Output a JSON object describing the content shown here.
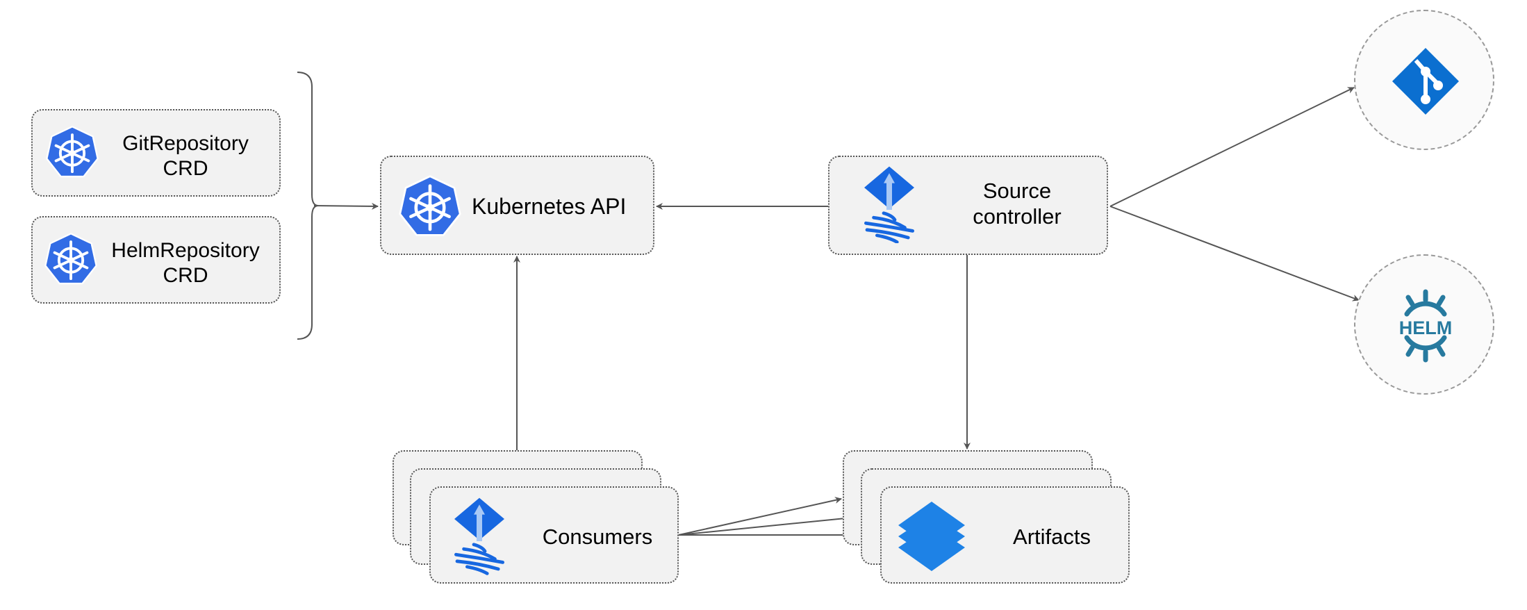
{
  "nodes": {
    "git_crd": {
      "line1": "GitRepository",
      "line2": "CRD",
      "icon": "kubernetes-icon"
    },
    "helm_crd": {
      "line1": "HelmRepository",
      "line2": "CRD",
      "icon": "kubernetes-icon"
    },
    "kubernetes_api": {
      "label": "Kubernetes API",
      "icon": "kubernetes-icon"
    },
    "source_controller": {
      "line1": "Source",
      "line2": "controller",
      "icon": "flux-icon"
    },
    "git": {
      "icon": "git-icon"
    },
    "helm": {
      "icon": "helm-icon",
      "logo_text": "HELM"
    },
    "consumers": {
      "label": "Consumers",
      "icon": "flux-icon"
    },
    "artifacts": {
      "label": "Artifacts",
      "icon": "layers-icon"
    }
  },
  "colors": {
    "kubernetes_blue": "#326ce5",
    "git_blue": "#0b6fd0",
    "helm_teal": "#277a9f",
    "layers_blue": "#1e82e6",
    "box_fill": "#f2f2f2",
    "edge": "#555555"
  }
}
